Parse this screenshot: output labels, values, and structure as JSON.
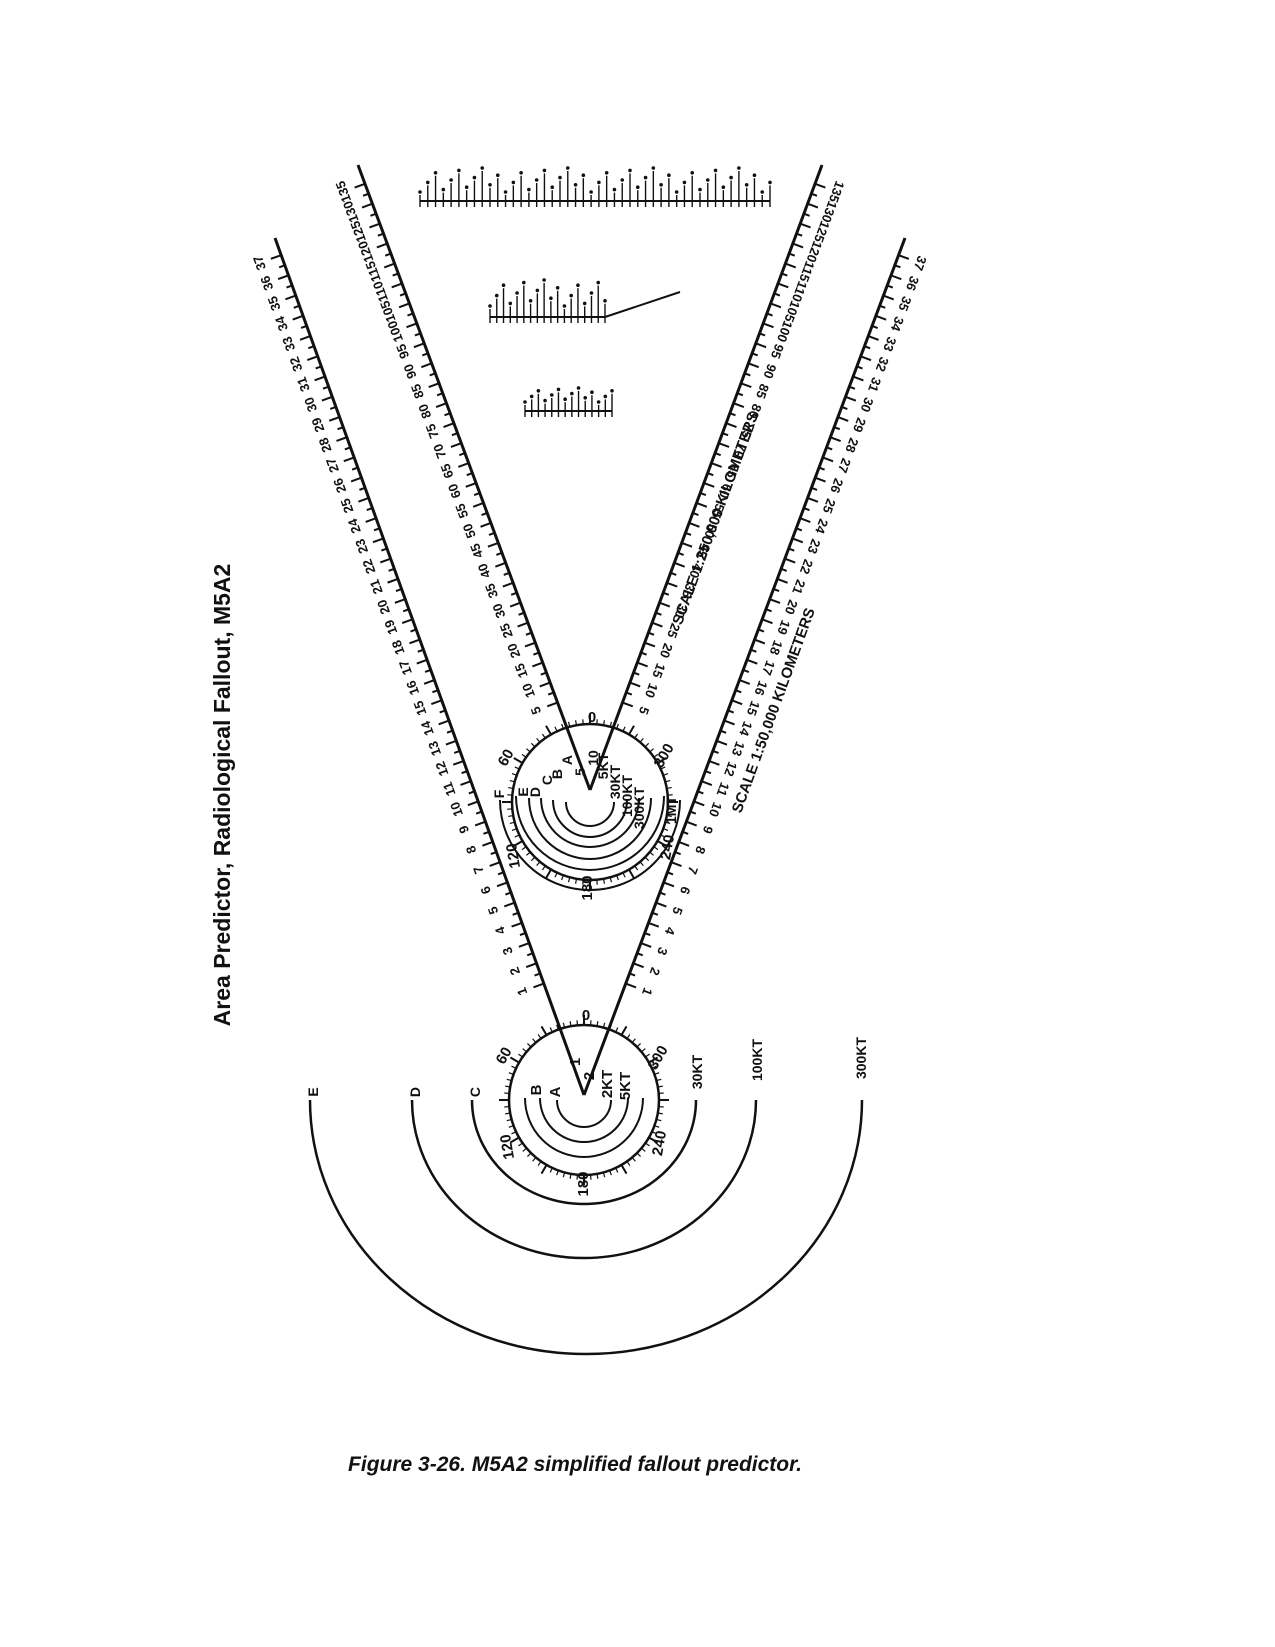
{
  "side_title": "Area Predictor, Radiological Fallout, M5A2",
  "caption": "Figure 3-26. M5A2 simplified fallout predictor.",
  "upper_scale": {
    "label": "SCALE 1:250,000 KILOMETERS",
    "left_ticks": [
      "5",
      "10",
      "15",
      "20",
      "25",
      "30",
      "35",
      "40",
      "45",
      "50",
      "55",
      "60",
      "65",
      "70",
      "75",
      "80",
      "85",
      "90",
      "95",
      "100",
      "105",
      "110",
      "115",
      "120",
      "125",
      "130",
      "135"
    ],
    "right_ticks": [
      "5",
      "10",
      "15",
      "20",
      "25",
      "30",
      "35",
      "40",
      "45",
      "50",
      "55",
      "60",
      "65",
      "70",
      "75",
      "80",
      "85",
      "90",
      "95",
      "100",
      "105",
      "110",
      "115",
      "120",
      "125",
      "130",
      "135"
    ]
  },
  "lower_scale": {
    "label": "SCALE 1:50,000 KILOMETERS",
    "left_ticks": [
      "1",
      "2",
      "3",
      "4",
      "5",
      "6",
      "7",
      "8",
      "9",
      "10",
      "11",
      "12",
      "13",
      "14",
      "15",
      "16",
      "17",
      "18",
      "19",
      "20",
      "21",
      "22",
      "23",
      "24",
      "25",
      "26",
      "27",
      "28",
      "29",
      "30",
      "31",
      "32",
      "33",
      "34",
      "35",
      "36",
      "37"
    ],
    "right_ticks": [
      "1",
      "2",
      "3",
      "4",
      "5",
      "6",
      "7",
      "8",
      "9",
      "10",
      "11",
      "12",
      "13",
      "14",
      "15",
      "16",
      "17",
      "18",
      "19",
      "20",
      "21",
      "22",
      "23",
      "24",
      "25",
      "26",
      "27",
      "28",
      "29",
      "30",
      "31",
      "32",
      "33",
      "34",
      "35",
      "36",
      "37"
    ]
  },
  "upper_dial": {
    "degree_labels": [
      "0",
      "60",
      "120",
      "180",
      "240",
      "300"
    ],
    "zone_letters": [
      "A",
      "B",
      "C",
      "D",
      "E",
      "F"
    ],
    "yield_labels": [
      "5KT",
      "30KT",
      "100KT",
      "300KT",
      "1MT"
    ],
    "center_labels": [
      "5",
      "10"
    ]
  },
  "lower_dial": {
    "degree_labels": [
      "0",
      "60",
      "120",
      "180",
      "240",
      "300"
    ],
    "zone_letters": [
      "A",
      "B"
    ],
    "yield_labels": [
      "2KT",
      "5KT"
    ],
    "center_labels": [
      "1",
      "2"
    ]
  },
  "outer_arcs": {
    "zone_letters": [
      "C",
      "D",
      "E"
    ],
    "yield_labels": [
      "30KT",
      "100KT",
      "300KT"
    ]
  }
}
